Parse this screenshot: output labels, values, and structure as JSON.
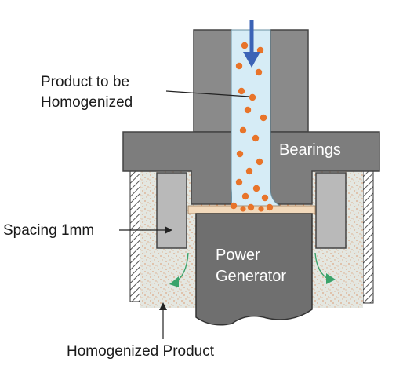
{
  "labels": {
    "product_in_line1": "Product to be",
    "product_in_line2": "Homogenized",
    "bearings": "Bearings",
    "spacing": "Spacing 1mm",
    "power_line1": "Power",
    "power_line2": "Generator",
    "output": "Homogenized Product"
  },
  "colors": {
    "housing_gray": "#8a8a8a",
    "stator_gray": "#b9b9b9",
    "rotor_gray": "#6f6f6f",
    "liquid_blue": "#cfe9f4",
    "particle_orange": "#e8742a",
    "flow_arrow_blue": "#3b63b6",
    "flow_arrow_green": "#3aa36a"
  }
}
